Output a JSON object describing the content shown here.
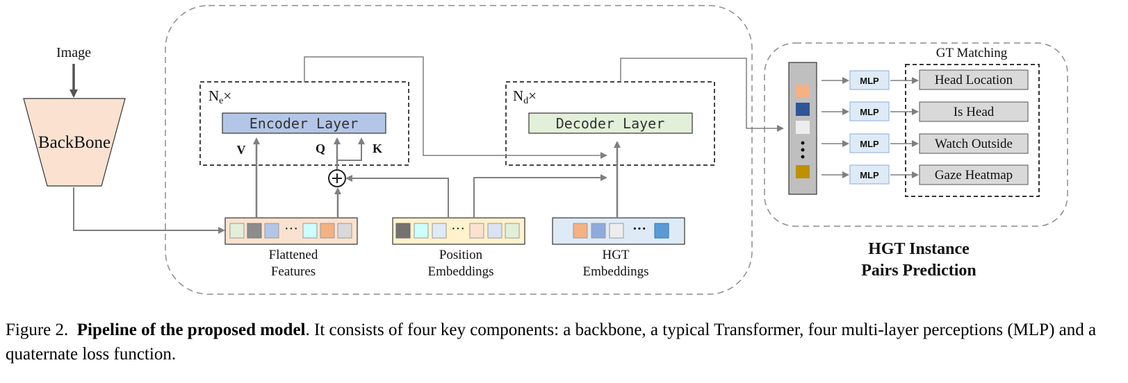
{
  "diagram": {
    "image_label": "Image",
    "backbone_label": "BackBone",
    "encoder": {
      "repeat_base": "N",
      "repeat_sub": "e",
      "repeat_suffix": "×",
      "layer_label": "Encoder Layer",
      "v_label": "V",
      "q_label": "Q",
      "k_label": "K",
      "plus_symbol": "+"
    },
    "decoder": {
      "repeat_base": "N",
      "repeat_sub": "d",
      "repeat_suffix": "×",
      "layer_label": "Decoder Layer"
    },
    "embeddings": {
      "flattened_line1": "Flattened",
      "flattened_line2": "Features",
      "position_line1": "Position",
      "position_line2": "Embeddings",
      "hgt_line1": "HGT",
      "hgt_line2": "Embeddings",
      "dots": "···"
    },
    "prediction": {
      "gt_matching_label": "GT Matching",
      "mlp_label": "MLP",
      "outputs": [
        "Head Location",
        "Is Head",
        "Watch Outside",
        "Gaze Heatmap"
      ],
      "title_line1": "HGT Instance",
      "title_line2": "Pairs Prediction"
    },
    "colors": {
      "backbone_fill": "#fbe2d0",
      "encoder_fill": "#b4c6e7",
      "decoder_fill": "#e2efd9",
      "flattened_fill": "#fbe2d0",
      "position_fill": "#fff2cc",
      "hgt_fill": "#deebf7",
      "mlp_fill": "#deebf7",
      "output_fill": "#d9d9d9",
      "arrow": "#7f7f7f"
    }
  },
  "caption": {
    "prefix": "Figure 2.",
    "bold": "Pipeline of the proposed model",
    "text": ". It consists of four key components: a backbone, a typical Transformer, four multi-layer perceptions (MLP) and a quaternate loss function."
  }
}
